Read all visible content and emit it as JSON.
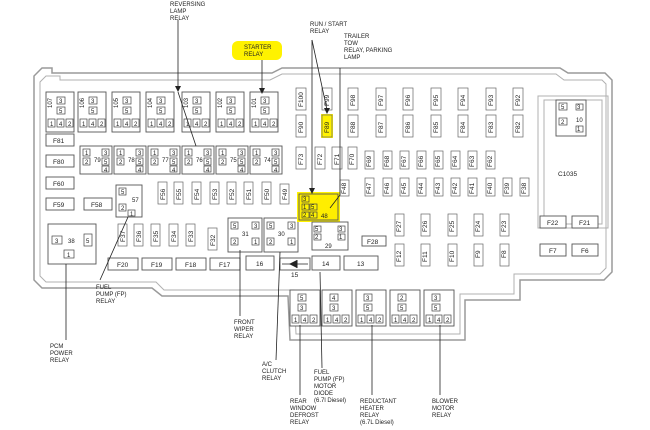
{
  "callouts": {
    "reversing": [
      "REVERSING",
      "LAMP",
      "RELAY"
    ],
    "starter": [
      "STARTER",
      "RELAY"
    ],
    "run_start": [
      "RUN / START",
      "RELAY"
    ],
    "trailer": [
      "TRAILER",
      "TOW",
      "RELAY, PARKING",
      "LAMP"
    ],
    "pcm": [
      "PCM",
      "POWER",
      "RELAY"
    ],
    "fuel_pump": [
      "FUEL",
      "PUMP (FP)",
      "RELAY"
    ],
    "front_wiper": [
      "FRONT",
      "WIPER",
      "RELAY"
    ],
    "ac_clutch": [
      "A/C",
      "CLUTCH",
      "RELAY"
    ],
    "rear_window": [
      "REAR",
      "WINDOW",
      "DEFROST",
      "RELAY"
    ],
    "fp_diode": [
      "FUEL",
      "PUMP (FP)",
      "MOTOR",
      "DIODE",
      "(6.7l Diesel)"
    ],
    "reductant": [
      "REDUCTANT",
      "HEATER",
      "RELAY",
      "(6.7L Diesel)"
    ],
    "blower": [
      "BLOWER",
      "MOTOR",
      "RELAY"
    ]
  },
  "fuses": {
    "F81": "F81",
    "F80": "F80",
    "F60": "F60",
    "F59": "F59",
    "F58": "F58",
    "F37": "F37",
    "F36": "F36",
    "F35": "F35",
    "F34": "F34",
    "F33": "F33",
    "F32": "F32",
    "F56": "F56",
    "F55": "F55",
    "F54": "F54",
    "F53": "F53",
    "F52": "F52",
    "F51": "F51",
    "F50": "F50",
    "F49": "F49",
    "F20": "F20",
    "F19": "F19",
    "F18": "F18",
    "F17": "F17",
    "F100": "F100",
    "F99": "F99",
    "F98": "F98",
    "F97": "F97",
    "F96": "F96",
    "F95": "F95",
    "F94": "F94",
    "F93": "F93",
    "F92": "F92",
    "F90": "F90",
    "F89": "F89",
    "F88": "F88",
    "F87": "F87",
    "F86": "F86",
    "F85": "F85",
    "F84": "F84",
    "F83": "F83",
    "F82": "F82",
    "F73": "F73",
    "F72": "F72",
    "F71": "F71",
    "F70": "F70",
    "F69": "F69",
    "F68": "F68",
    "F67": "F67",
    "F66": "F66",
    "F65": "F65",
    "F64": "F64",
    "F63": "F63",
    "F62": "F62",
    "F48": "F48",
    "F47": "F47",
    "F46": "F46",
    "F45": "F45",
    "F44": "F44",
    "F43": "F43",
    "F42": "F42",
    "F41": "F41",
    "F40": "F40",
    "F39": "F39",
    "F38": "F38",
    "F28": "F28",
    "F27": "F27",
    "F26": "F26",
    "F25": "F25",
    "F24": "F24",
    "F23": "F23",
    "F22": "F22",
    "F21": "F21",
    "F12": "F12",
    "F11": "F11",
    "F10": "F10",
    "F9": "F9",
    "F8": "F8",
    "F7": "F7",
    "F6": "F6"
  },
  "relays": {
    "r107": "107",
    "r106": "106",
    "r105": "105",
    "r104": "104",
    "r103": "103",
    "r102": "102",
    "r101": "101",
    "r79": "79",
    "r78": "78",
    "r77": "77",
    "r76": "76",
    "r75": "75",
    "r74": "74",
    "r57": "57",
    "r38": "38",
    "r31": "31",
    "r30": "30",
    "r29": "29",
    "r48": "48",
    "r16": "16",
    "r15": "15",
    "r14": "14",
    "r13": "13",
    "r10": "10",
    "r5": "5",
    "r4": "4",
    "r3": "3",
    "r2": "2",
    "r1": "1"
  },
  "connector": "C1035",
  "highlight_color": "#fff200"
}
